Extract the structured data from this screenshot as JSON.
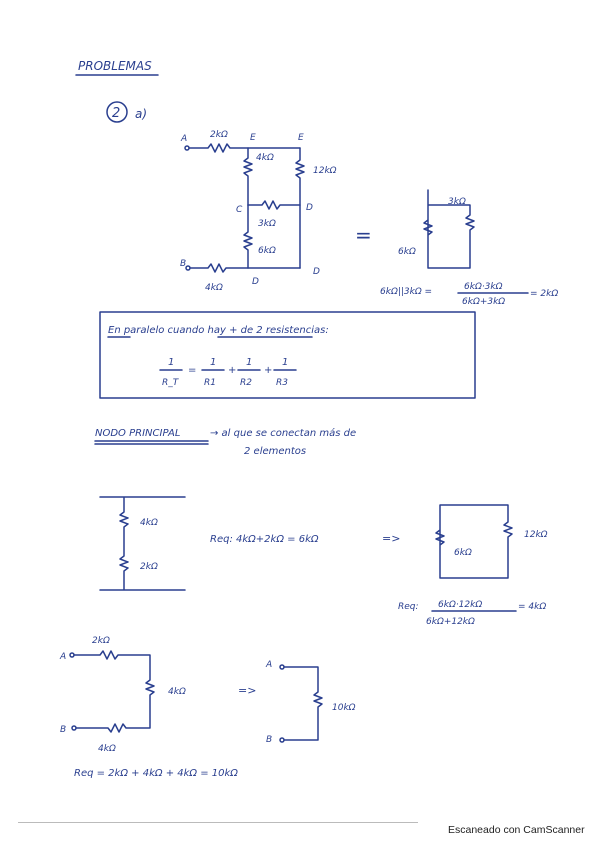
{
  "title": "PROBLEMAS",
  "problem": {
    "number": "2",
    "part": "a)"
  },
  "circuit1": {
    "nodes": {
      "A": "A",
      "E1": "E",
      "E2": "E",
      "C": "C",
      "D1": "D",
      "B": "B",
      "D2": "D",
      "D3": "D"
    },
    "labels": {
      "r_ae": "2kΩ",
      "r_e_vert": "4kΩ",
      "r_right": "12kΩ",
      "r_cd": "3kΩ",
      "r_c_vert": "6kΩ",
      "r_bd": "4kΩ"
    }
  },
  "equals_sign": "=",
  "parallel_pair": {
    "r_top": "3kΩ",
    "r_left": "6kΩ"
  },
  "formula1": "6kΩ||3kΩ = (6kΩ·3kΩ)/(6kΩ+3kΩ) = 2kΩ",
  "formula1_parts": {
    "lhs": "6kΩ||3kΩ =",
    "num": "6kΩ·3kΩ",
    "den": "6kΩ+3kΩ",
    "res": "= 2kΩ"
  },
  "box": {
    "note": "En paralelo cuando hay + de 2 resistencias:",
    "eq": {
      "lhs_num": "1",
      "lhs_den": "R_T",
      "r1_num": "1",
      "r1_den": "R1",
      "r2_num": "1",
      "r2_den": "R2",
      "r3_num": "1",
      "r3_den": "R3",
      "eq": "=",
      "plus": "+"
    }
  },
  "nodo_principal": {
    "heading": "NODO PRINCIPAL",
    "line1": "→ al que se conectan más de",
    "line2": "2 elementos"
  },
  "series_circuit": {
    "r1": "4kΩ",
    "r2": "2kΩ"
  },
  "req_series": "Req: 4kΩ+2kΩ = 6kΩ",
  "arrow": "=>",
  "parallel2": {
    "r_left": "6kΩ",
    "r_right": "12kΩ"
  },
  "req_parallel": {
    "lhs": "Req:",
    "num": "6kΩ·12kΩ",
    "den": "6kΩ+12kΩ",
    "res": "= 4kΩ"
  },
  "final_circuit": {
    "r_top": "2kΩ",
    "r_mid": "4kΩ",
    "r_bottom": "4kΩ",
    "node_a": "A",
    "node_b": "B"
  },
  "equiv_circuit": {
    "node_a": "A",
    "node_b": "B",
    "r": "10kΩ"
  },
  "req_final": "Req = 2kΩ + 4kΩ + 4kΩ = 10kΩ",
  "footer": "Escaneado con CamScanner"
}
